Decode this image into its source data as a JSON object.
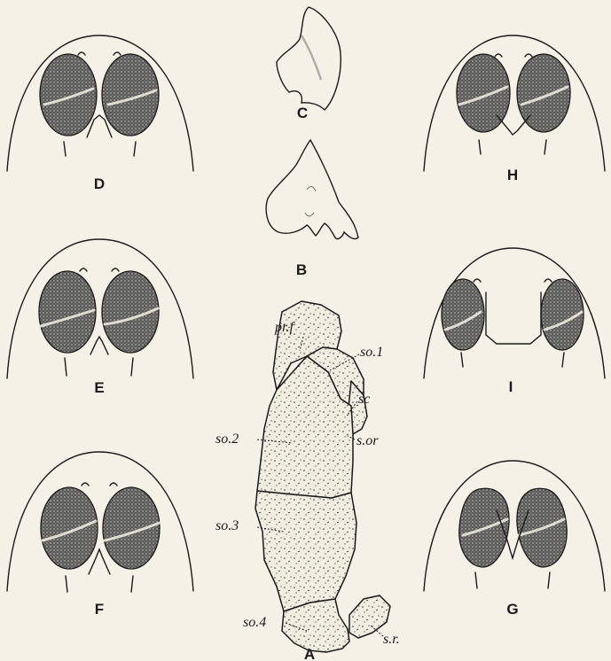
{
  "figure_letters": {
    "A": "A",
    "B": "B",
    "C": "C",
    "D": "D",
    "E": "E",
    "F": "F",
    "G": "G",
    "H": "H",
    "I": "I"
  },
  "bone_labels": {
    "prf": "pr.f",
    "so1": "so.1",
    "sc": "sc",
    "so2": "so.2",
    "sor": "s.or",
    "so3": "so.3",
    "so4": "so.4",
    "sr": "s.r."
  }
}
